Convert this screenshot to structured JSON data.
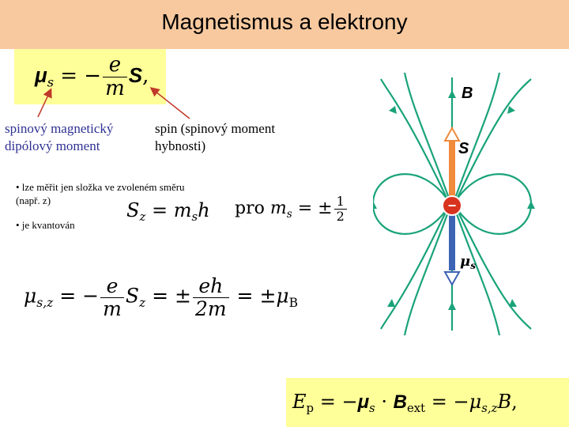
{
  "title": "Magnetismus a elektrony",
  "colors": {
    "title_bar": "#f8c99f",
    "equation_highlight": "#ffff99",
    "caption_text": "#2e3192",
    "field_lines": "#1aa37a",
    "spin_arrow": "#f08a3c",
    "moment_arrow": "#3d63b5",
    "label_arrows": "#c0392b"
  },
  "top_equation": {
    "lhs": "μ",
    "lhs_sub": "s",
    "equals": "=",
    "minus": "−",
    "numerator": "e",
    "denominator": "m",
    "rhs": "S",
    "comma": ","
  },
  "captions": {
    "left": "spinový magnetický dipólový moment",
    "right": "spin (spinový moment hybnosti)"
  },
  "bullets": [
    "• lze měřit jen složka ve zvoleném směru (např. z)",
    "• je kvantován"
  ],
  "sz_equation": {
    "lhs": "S",
    "lhs_sub": "z",
    "equals": "=",
    "m": "m",
    "m_sub": "s",
    "h": "h"
  },
  "pro_equation": {
    "pro": "pro",
    "m": "m",
    "m_sub": "s",
    "equals": "=",
    "pm": "±",
    "num": "1",
    "den": "2"
  },
  "mu_equation": {
    "lhs": "μ",
    "lhs_sub": "s,z",
    "eq1": "=",
    "minus": "−",
    "num1": "e",
    "den1": "m",
    "s": "S",
    "s_sub": "z",
    "eq2": "=",
    "pm": "±",
    "num2": "eh",
    "den2": "2m",
    "eq3": "=",
    "pm2": "±",
    "mu_b": "μ",
    "mu_b_sub": "B"
  },
  "energy_equation": {
    "e": "E",
    "e_sub": "p",
    "eq1": "=",
    "minus1": "−",
    "mu": "μ",
    "mu_sub": "s",
    "dot": "·",
    "b": "B",
    "b_sub": "ext",
    "eq2": "=",
    "minus2": "−",
    "mu2": "μ",
    "mu2_sub": "s,z",
    "b2": "B",
    "comma": ","
  },
  "diagram": {
    "b_label": "B",
    "s_label": "S",
    "mu_label": "μ",
    "mu_sub": "s",
    "electron_sign": "−"
  }
}
